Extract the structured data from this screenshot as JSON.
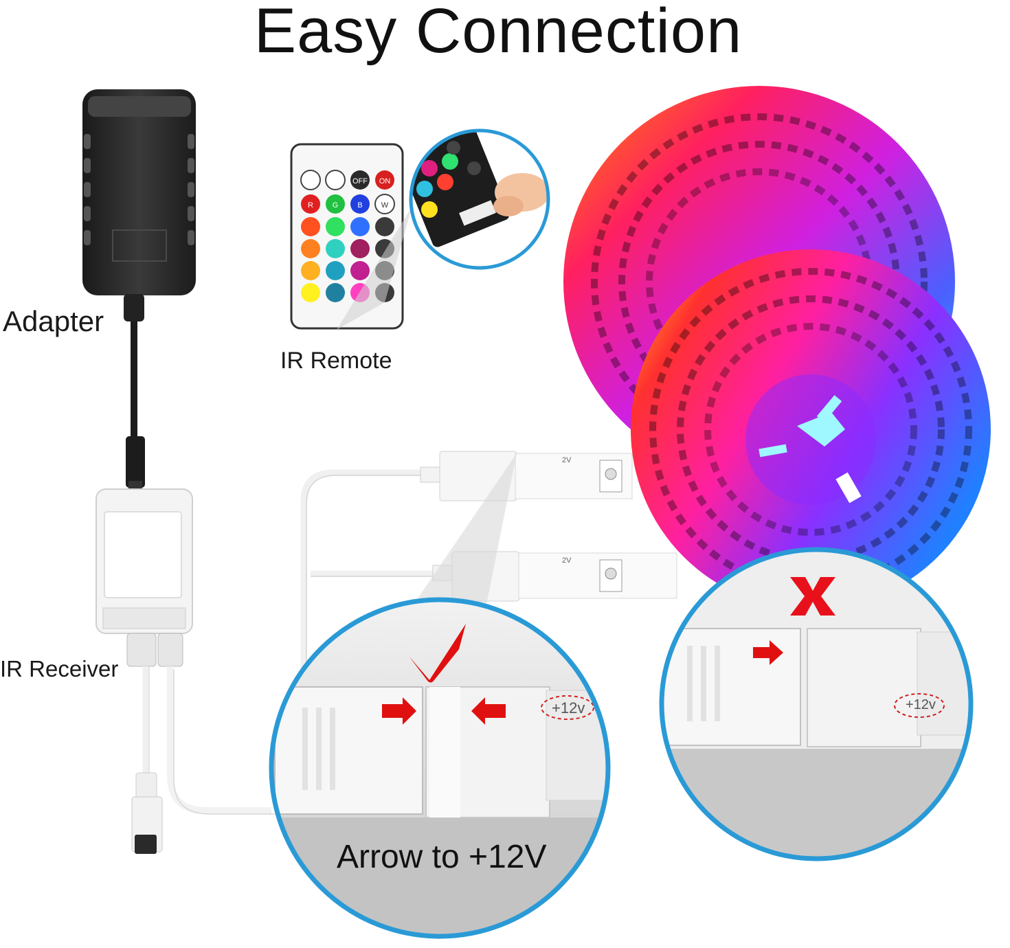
{
  "title": "Easy Connection",
  "labels": {
    "adapter": "Adapter",
    "ir_remote": "IR Remote",
    "ir_receiver": "IR Receiver",
    "arrow_to_12v": "Arrow to +12V",
    "plus_12v_left": "+12v",
    "plus_12v_right": "+12v",
    "strip_mark_top": "2V",
    "strip_mark_bottom": "2V"
  },
  "remote_buttons": {
    "off": "OFF",
    "on": "ON",
    "r": "R",
    "g": "G",
    "b": "B",
    "w": "W"
  },
  "colors": {
    "check_red": "#e01010",
    "cross_red": "#e8101a",
    "zoom_circle": "#2a9ad6",
    "adapter_body": "#2d2d2d"
  },
  "icons": [
    "checkmark-icon",
    "cross-icon",
    "arrow-right-icon",
    "arrow-left-icon"
  ]
}
